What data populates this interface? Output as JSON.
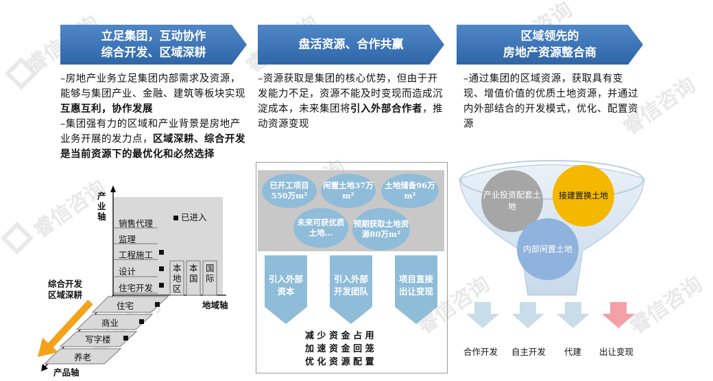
{
  "watermark": "睿信咨询",
  "col1": {
    "banner_line1": "立足集团，互动协作",
    "banner_line2": "综合开发、区域深耕",
    "p1a": "–房地产业务立足集团内部需求及资源，能够与集团产业、金融、建筑等板块实现",
    "p1b": "互惠互利，协作发展",
    "p2a": "–集团强有力的区域和产业背景是房地产业务开展的发力点，",
    "p2b": "区域深耕、综合开发是当前资源下的最优化和必然选择",
    "y_axis": "产业轴",
    "x_axis": "地域轴",
    "z_axis": "产品轴",
    "diag_label1": "综合开发",
    "diag_label2": "区域深耕",
    "legend": "已进入",
    "industries": [
      "销售代理",
      "监理",
      "工程施工",
      "设计",
      "住宅开发"
    ],
    "regions": [
      "本地区",
      "本国",
      "国际"
    ],
    "products": [
      "住宅",
      "商业",
      "写字楼",
      "养老"
    ]
  },
  "col2": {
    "banner": "盘活资源、合作共赢",
    "p1a": "–资源获取是集团的核心优势，但由于开发能力不足，资源不能及时变现而造成沉淀成本，未来集团将",
    "p1b": "引入外部合作者",
    "p1c": "，推动资源变现",
    "b1": "已开工项目550万m²",
    "b2": "闲置土地37万m²",
    "b3": "土地储备96万m²",
    "b4": "未来可获优质土地…",
    "b5": "预期获取土地资源80万m²",
    "a1": "引入外部资本",
    "a2": "引入外部开发团队",
    "a3": "项目直接出让变现",
    "bottom1": "减 少 资 金 占 用",
    "bottom2": "加 速 资 金 回 笼",
    "bottom3": "优 化 资 源 配 置"
  },
  "col3": {
    "banner_line1": "区域领先的",
    "banner_line2": "房地产资源整合商",
    "p1": "–通过集团的区域资源，获取具有变现、增值价值的优质土地资源，并通过内外部结合的开发模式，优化、配置资源",
    "c1": "产业投资配套土地",
    "c2": "接建置换土地",
    "c3": "内部闲置土地",
    "out1": "合作开发",
    "out2": "自主开发",
    "out3": "代建",
    "out4": "出让变现"
  },
  "colors": {
    "banner": "#2f66a8",
    "bubble": "#8fbcd9",
    "yellow": "#f5b800",
    "orange_arrow": "#f3a21b",
    "pink": "#f4a0a6"
  }
}
